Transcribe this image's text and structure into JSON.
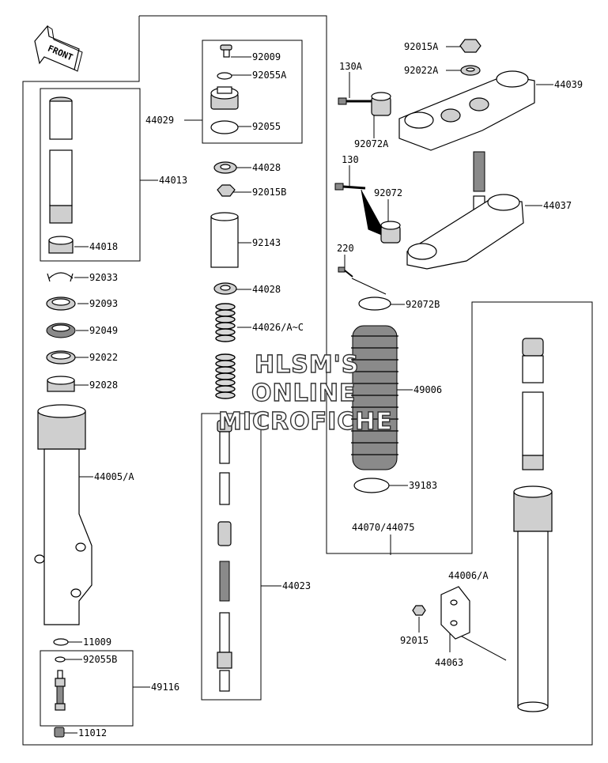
{
  "diagram": {
    "front_label": "FRONT",
    "watermark": [
      "HLSM'S",
      "ONLINE",
      "MICROFICHE"
    ],
    "parts": {
      "p92009": "92009",
      "p92055A": "92055A",
      "p44029": "44029",
      "p92055": "92055",
      "p44028a": "44028",
      "p92015B": "92015B",
      "p92143": "92143",
      "p44028b": "44028",
      "p44026": "44026/A~C",
      "p44023": "44023",
      "p44013": "44013",
      "p44018": "44018",
      "p92033": "92033",
      "p92093": "92093",
      "p92049": "92049",
      "p92022": "92022",
      "p92028": "92028",
      "p44005": "44005/A",
      "p11009": "11009",
      "p92055B": "92055B",
      "p49116": "49116",
      "p11012": "11012",
      "p92015A": "92015A",
      "p92022A": "92022A",
      "p44039": "44039",
      "p130A": "130A",
      "p92072A": "92072A",
      "p130": "130",
      "p92072": "92072",
      "p44037": "44037",
      "p220": "220",
      "p92072B": "92072B",
      "p49006": "49006",
      "p39183": "39183",
      "p44070": "44070/44075",
      "p44006": "44006/A",
      "p92015": "92015",
      "p44063": "44063"
    }
  }
}
